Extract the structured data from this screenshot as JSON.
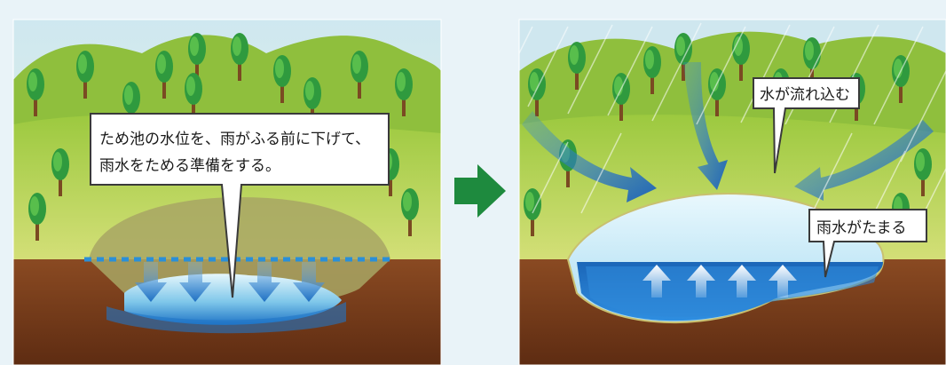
{
  "left_panel": {
    "callout": [
      "ため池の水位を、雨がふる前に下げて、",
      "雨水をためる準備をする。"
    ]
  },
  "right_panel": {
    "label_inflow": "水が流れ込む",
    "label_storage": "雨水がたまる"
  },
  "colors": {
    "sky": "#c9e6ef",
    "hill": "#8cbf3a",
    "grass": "#b9d35a",
    "soil": "#7a3b1c",
    "water_light": "#bfe8f7",
    "water_deep": "#1f74c6",
    "arrow_blue": "#1f6fc2",
    "arrow_green": "#1e8a3e"
  },
  "icons": [
    "tree-icon",
    "down-arrow-icon",
    "up-arrow-icon",
    "right-arrow-icon",
    "curved-arrow-icon"
  ]
}
